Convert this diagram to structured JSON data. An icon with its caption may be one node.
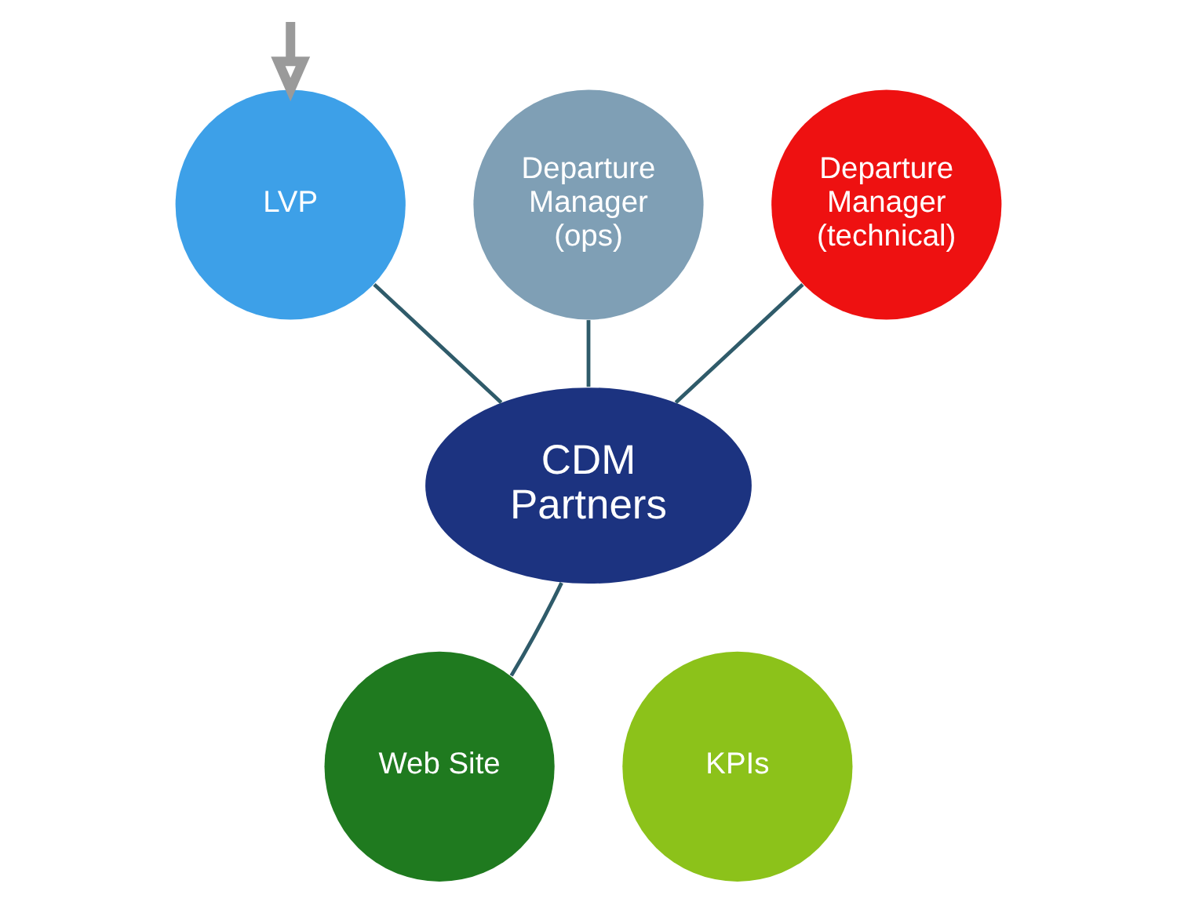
{
  "diagram": {
    "nodes": [
      {
        "text": [
          "LVP"
        ]
      },
      {
        "text": [
          "Departure Manager (ops)"
        ]
      },
      {
        "text": [
          "Departure Manager (technical)"
        ]
      },
      {
        "text": [
          "CDM Partners"
        ]
      },
      {
        "text": [
          "Web Site"
        ]
      },
      {
        "text": [
          "KPIs"
        ]
      }
    ],
    "edges": [
      {
        "from": null,
        "to": 0,
        "arrow": "to",
        "style": "thick",
        "color": "#9a9a9a"
      },
      {
        "from": 0,
        "to": 3,
        "arrow": "none"
      },
      {
        "from": 1,
        "to": 3,
        "arrow": "none"
      },
      {
        "from": 2,
        "to": 3,
        "arrow": "none"
      },
      {
        "from": 4,
        "to": 3,
        "arrow": "none"
      }
    ]
  }
}
